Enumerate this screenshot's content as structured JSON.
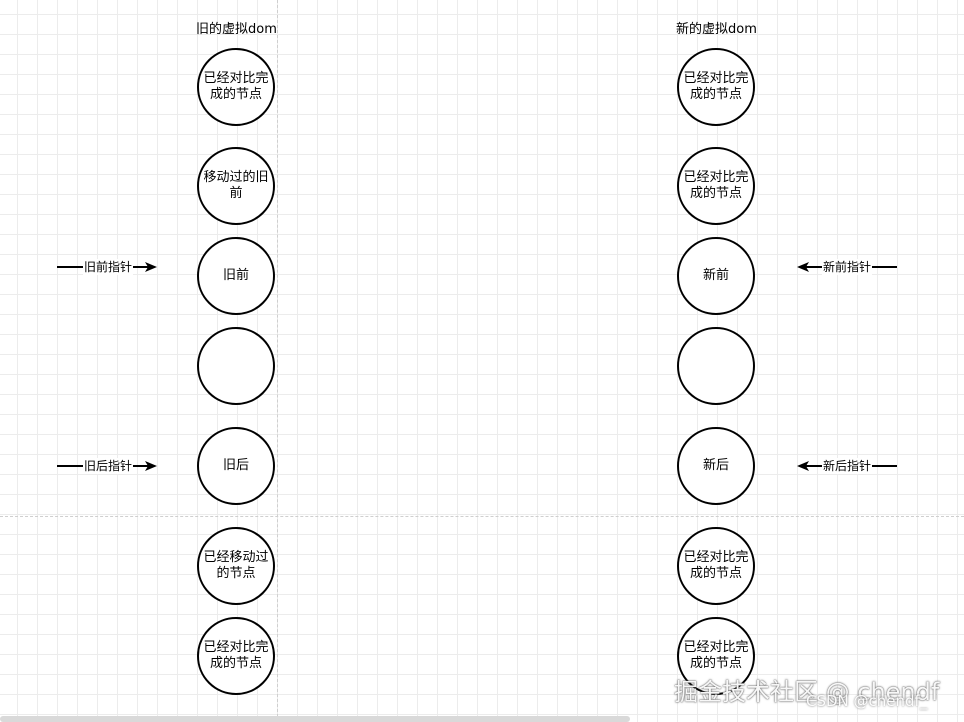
{
  "old_column": {
    "heading": "旧的虚拟dom",
    "nodes": [
      {
        "label": "已经对比完成的节点"
      },
      {
        "label": "移动过的旧前"
      },
      {
        "label": "旧前"
      },
      {
        "label": ""
      },
      {
        "label": "旧后"
      },
      {
        "label": "已经移动过的节点"
      },
      {
        "label": "已经对比完成的节点"
      }
    ]
  },
  "new_column": {
    "heading": "新的虚拟dom",
    "nodes": [
      {
        "label": "已经对比完成的节点"
      },
      {
        "label": "已经对比完成的节点"
      },
      {
        "label": "新前"
      },
      {
        "label": ""
      },
      {
        "label": "新后"
      },
      {
        "label": "已经对比完成的节点"
      },
      {
        "label": "已经对比完成的节点"
      }
    ]
  },
  "pointers": {
    "old_front": "旧前指针",
    "old_back": "旧后指针",
    "new_front": "新前指针",
    "new_back": "新后指针"
  },
  "watermark": {
    "main": "掘金技术社区 @ chendf",
    "sub": "CSDN @chendf_"
  }
}
